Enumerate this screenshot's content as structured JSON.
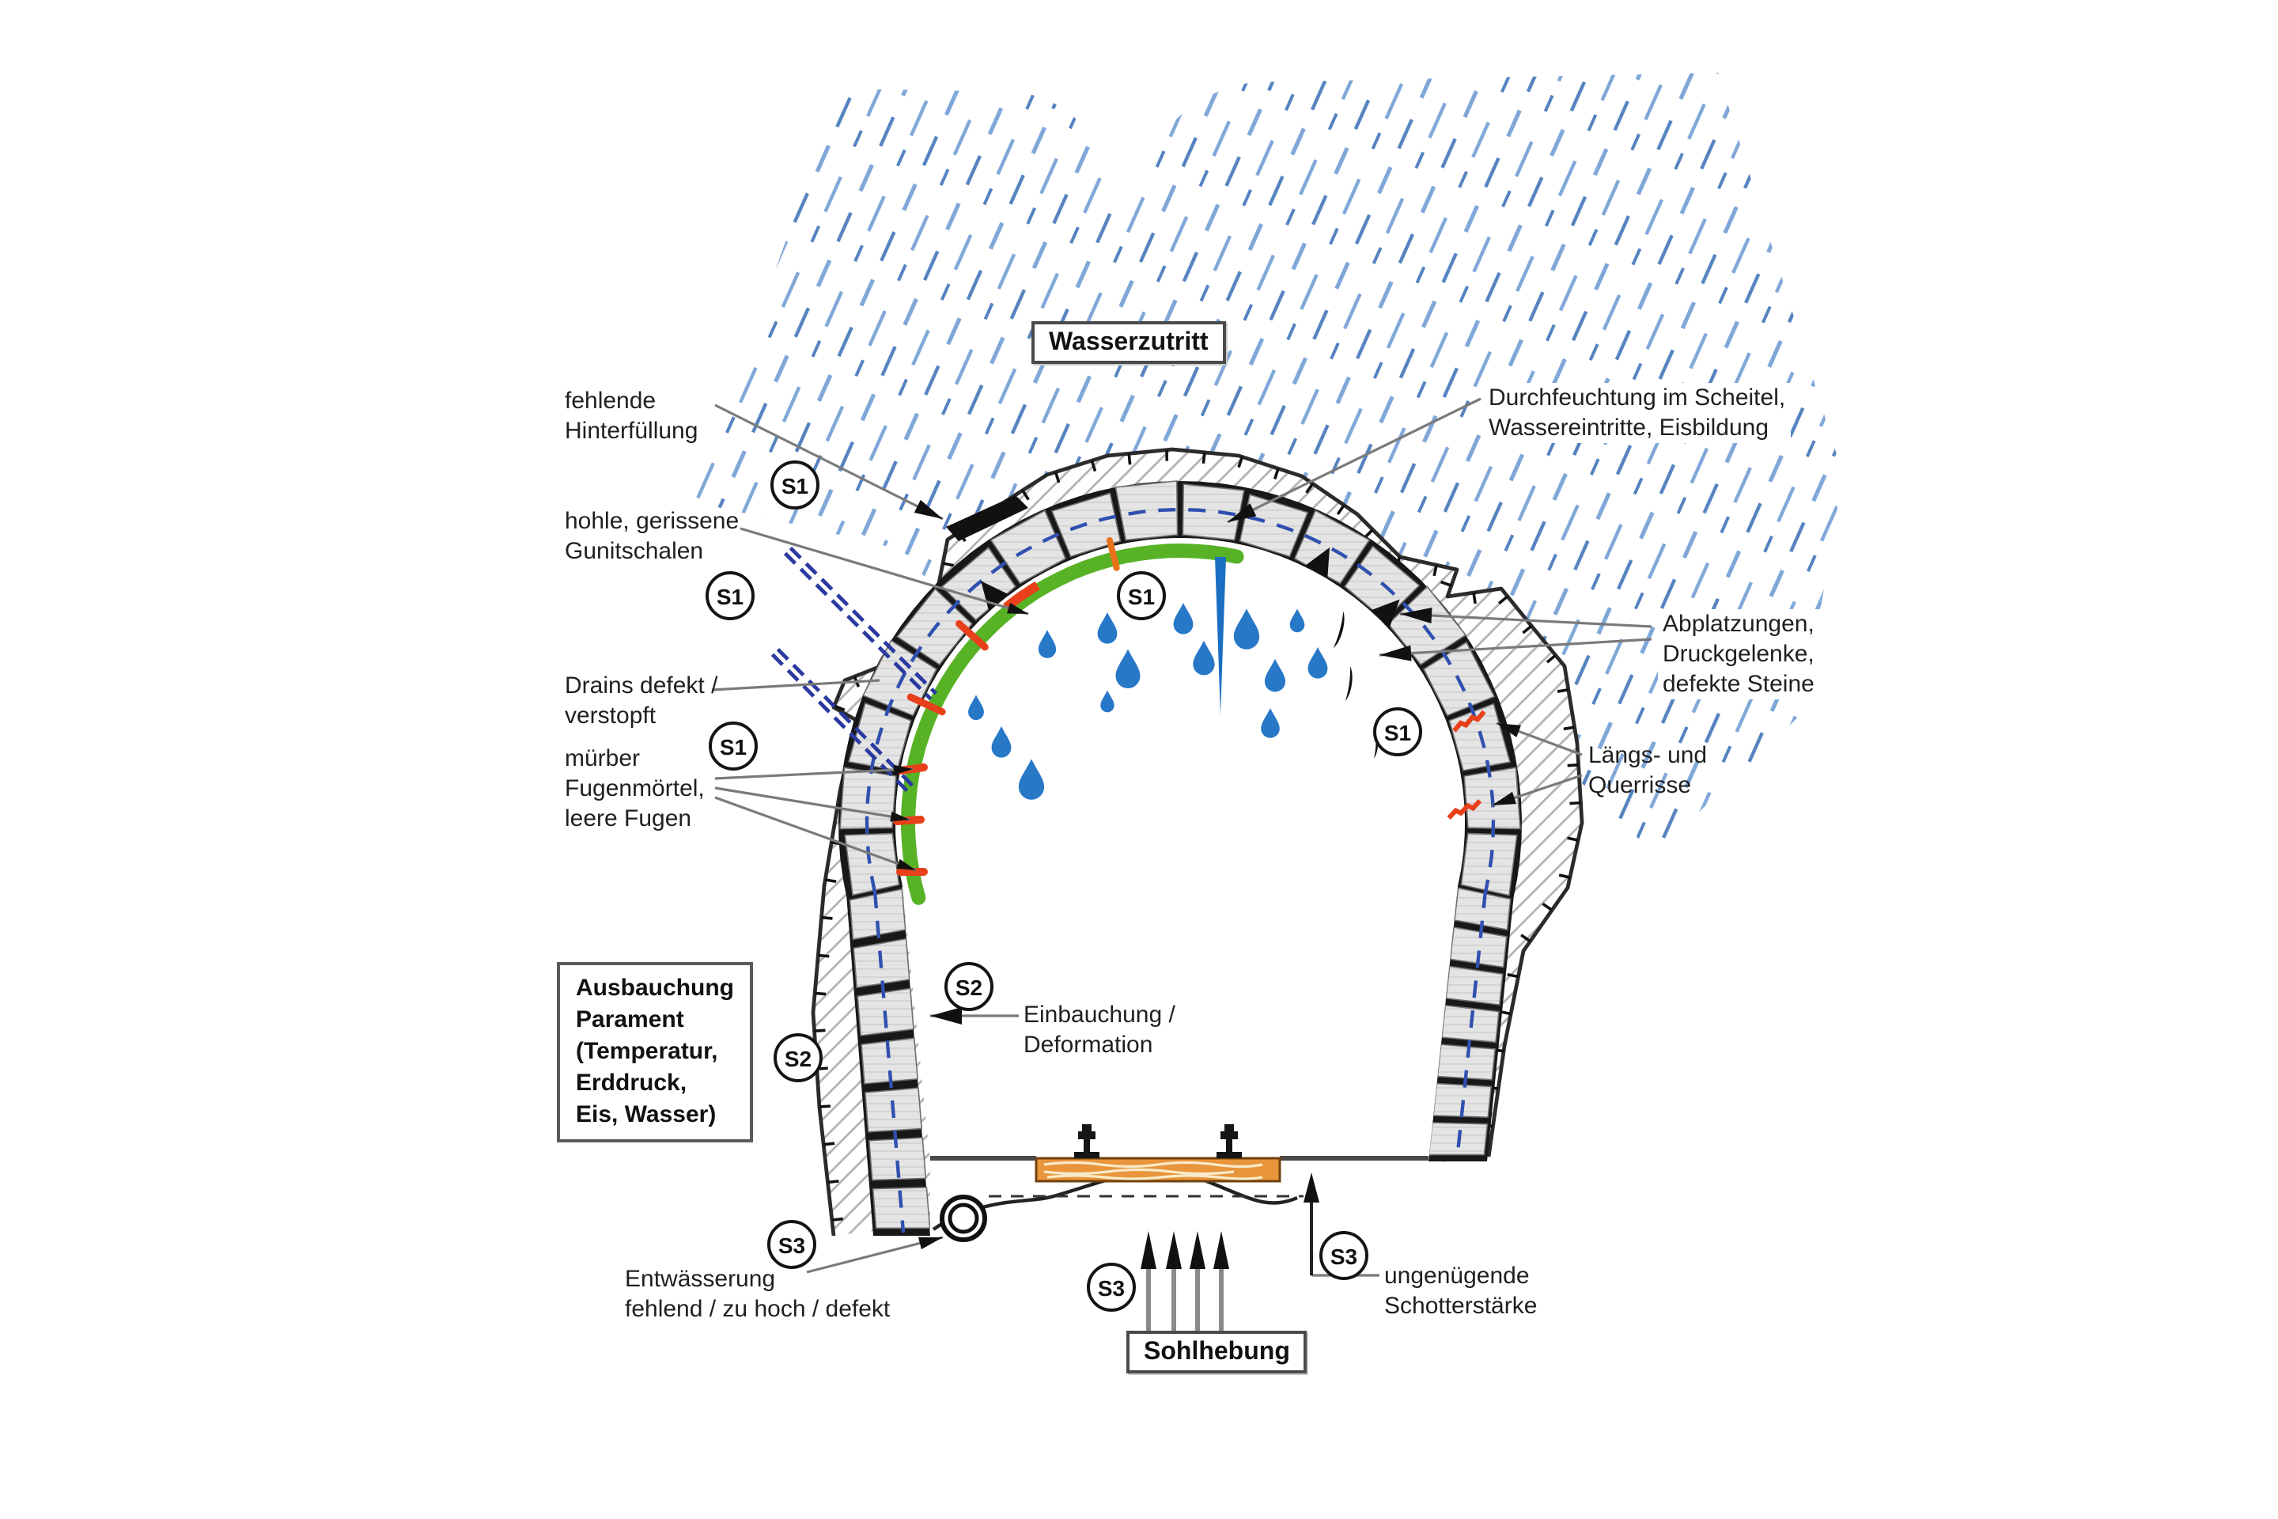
{
  "boxes": {
    "wasserzutritt": "Wasserzutritt",
    "ausbauchung_parament": "Ausbauchung\nParament\n(Temperatur,\nErddruck,\nEis, Wasser)",
    "sohlhebung": "Sohlhebung"
  },
  "labels": {
    "fehlende_hinterfuellung": "fehlende\nHinterfüllung",
    "hohle_gunitschalen": "hohle, gerissene\nGunitschalen",
    "drains_defekt": "Drains defekt /\nverstopft",
    "muerber_fugenmoertel": "mürber\nFugenmörtel,\nleere Fugen",
    "durchfeuchtung": "Durchfeuchtung im Scheitel,\nWassereintritte, Eisbildung",
    "abplatzungen": "Abplatzungen,\nDruckgelenke,\ndefekte Steine",
    "laengs_querrisse": "Längs- und\nQuerrisse",
    "einbauchung": "Einbauchung /\nDeformation",
    "entwaesserung": "Entwässerung\nfehlend / zu hoch / defekt",
    "ungenuegende_schotter": "ungenügende\nSchotterstärke"
  },
  "badges": {
    "s1": "S1",
    "s2": "S2",
    "s3": "S3"
  },
  "colors": {
    "rain_light": "#7fa7d8",
    "rain_dark": "#5583c0",
    "drop_blue": "#2878c8",
    "icicle_blue": "#1b6fc2",
    "drain_blue": "#2a3aa0",
    "ring_line_blue": "#3050b0",
    "gunite_green": "#58b226",
    "crack_red": "#e8401a",
    "joint_orange": "#e8731a",
    "stone_fill": "#e4e4e4",
    "joint_black": "#181818",
    "rock_hatch": "#b3b3b3",
    "leader_gray": "#7a7a7a",
    "sleeper_orange": "#e8953b",
    "text": "#1f1f1f"
  }
}
